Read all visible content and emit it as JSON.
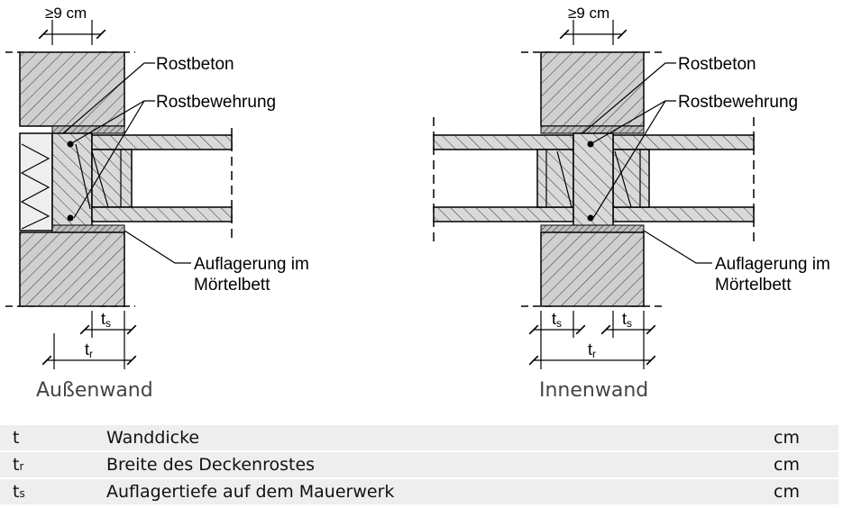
{
  "labels": {
    "min_dim": "≥9 cm",
    "rostbeton": "Rostbeton",
    "rostbewehrung": "Rostbewehrung",
    "auflagerung_1": "Auflagerung im",
    "auflagerung_2": "Mörtelbett",
    "dim_t": "t",
    "sub_s": "s",
    "sub_r": "r"
  },
  "captions": {
    "left": "Außenwand",
    "right": "Innenwand"
  },
  "legend": [
    {
      "symbol": "t",
      "sub": "",
      "description": "Wanddicke",
      "unit": "cm"
    },
    {
      "symbol": "t",
      "sub": "r",
      "description": "Breite des Deckenrostes",
      "unit": "cm"
    },
    {
      "symbol": "t",
      "sub": "s",
      "description": "Auflagertiefe auf dem Mauerwerk",
      "unit": "cm"
    }
  ],
  "colors": {
    "masonry_fill": "#cfcfcf",
    "concrete_fill": "#d9d9d9",
    "insulation_fill": "#eeeeee",
    "line": "#000000"
  }
}
